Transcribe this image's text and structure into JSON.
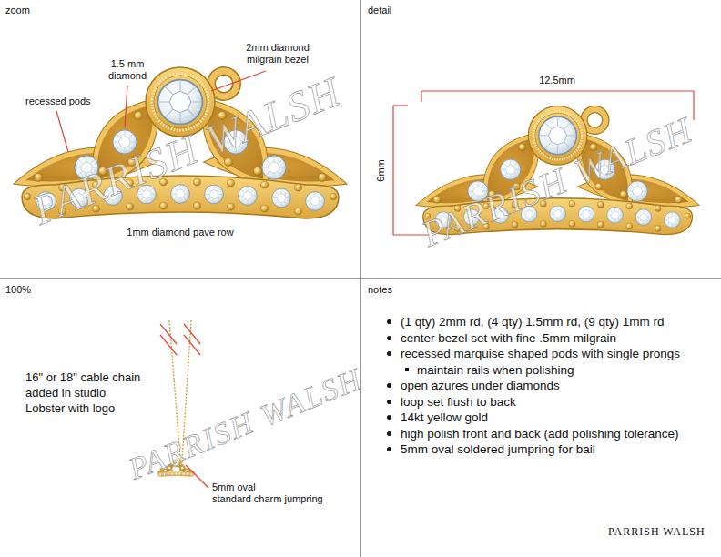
{
  "diagram": {
    "labels": [
      "zoom",
      "1.5 mm diamond",
      "2mm diamond milgrain bezel",
      "recessed pods",
      "1mm diamond pave row",
      "PARRISH WALSH",
      "detail",
      "12.5mm",
      "6mm",
      "PARRISH WALSH",
      "100%",
      "16\" or 18\" cable chain added in studio Lobster with logo",
      "5mm oval standard charm jumpring",
      "PARRISH WALSH",
      "notes",
      "(1 qty) 2mm rd, (4 qty) 1.5mm rd, (9 qty) 1mm rd",
      "center bezel set with fine .5mm milgrain",
      "recessed marquise shaped pods with single prongs",
      "maintain rails when polishing",
      "open azures under diamonds",
      "loop set flush to back",
      "14kt yellow gold",
      "high polish front and back (add polishing tolerance)",
      "5mm oval soldered jumpring for bail",
      "PARRISH WALSH"
    ]
  }
}
